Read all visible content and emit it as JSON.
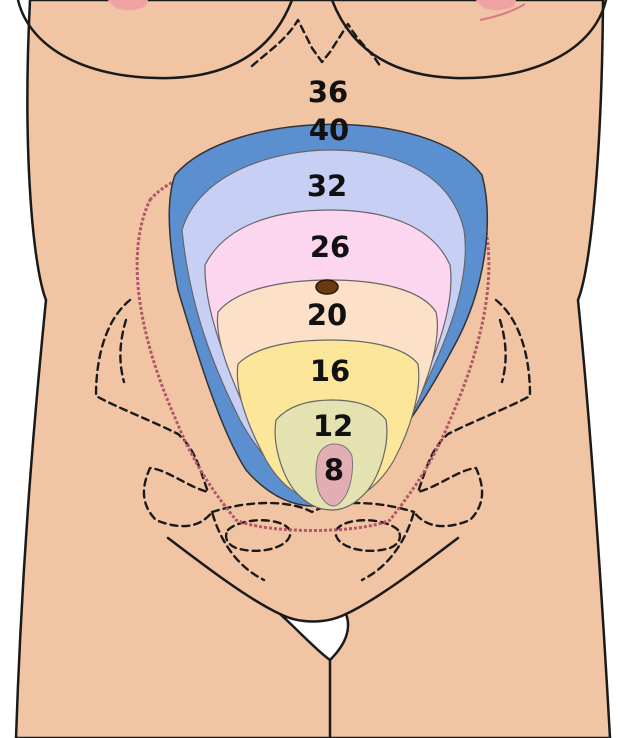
{
  "diagram": {
    "colors": {
      "skin": "#f1c4a4",
      "background": "#ffffff",
      "nipple": "#f0a3a3",
      "week40": "#5c8fd0",
      "week32": "#c8cff5",
      "week26": "#fcd5ee",
      "week20": "#fde0c8",
      "week16": "#fce69a",
      "week12": "#e4e2b0",
      "week8": "#e3aeb3",
      "navel": "#6b3a12",
      "uterus_outline": "#b0586a"
    },
    "labels": {
      "week36": "36",
      "week40": "40",
      "week32": "32",
      "week26": "26",
      "week20": "20",
      "week16": "16",
      "week12": "12",
      "week8": "8"
    }
  }
}
